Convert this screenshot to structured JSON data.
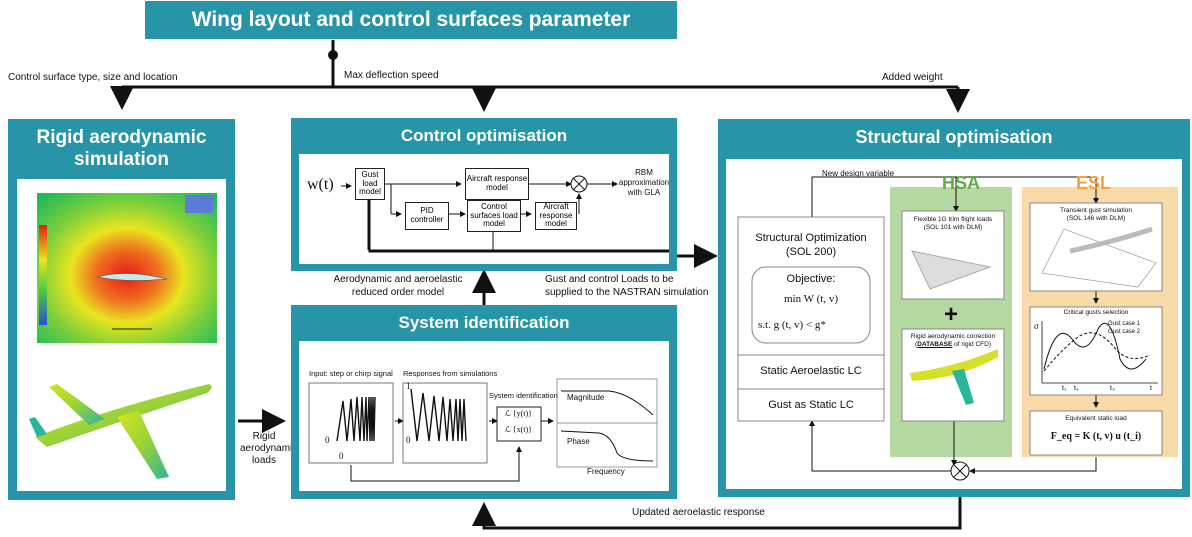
{
  "main_title": "Wing layout and control surfaces parameter",
  "top_labels": {
    "left": "Control surface type,  size and location",
    "middle": "Max deflection speed",
    "right": "Added weight"
  },
  "rigid": {
    "title_line1": "Rigid aerodynamic",
    "title_line2": "simulation",
    "loads_line1": "Rigid",
    "loads_line2": "aerodynamic",
    "loads_line3": "loads"
  },
  "control": {
    "title": "Control optimisation",
    "input": "w(t)",
    "gust_model": "Gust load model",
    "aircraft_model_1": "Aircraft response model",
    "pid": "PID controller",
    "cs_load": "Control surfaces load model",
    "aircraft_model_2": "Aircraft response model",
    "rbm": "RBM approximation with GLA"
  },
  "middle_labels": {
    "left_line1": "Aerodynamic and aeroelastic",
    "left_line2": "reduced order model",
    "right_line1": "Gust and control Loads to be",
    "right_line2": "supplied to the NASTRAN  simulation"
  },
  "sysid": {
    "title": "System identification",
    "input_label": "Input: step or chirp signal",
    "responses_label": "Responses from simulations",
    "sysid_label": "System identification",
    "ly": "ℒ {y(t)}",
    "lx": "ℒ {x(t)}",
    "magnitude": "Magnitude",
    "phase": "Phase",
    "frequency": "Frequency",
    "zero": "0",
    "one": "1"
  },
  "structural": {
    "title": "Structural optimisation",
    "new_design": "New design variable",
    "hsa": "HSA",
    "esl": "ESL",
    "sol200_line1": "Structural Optimization",
    "sol200_line2": "(SOL 200)",
    "objective": "Objective:",
    "min_expr": "min  W (t, v)",
    "st_expr": "s.t.   g (t, v) < g*",
    "static_aero": "Static Aeroelastic LC",
    "gust_static": "Gust as Static LC",
    "flex_line1": "Flexible 1G trim flight loads",
    "flex_line2": "(SOL 101 with DLM)",
    "plus": "+",
    "rigid_corr_line1": "Rigid aerodynamic correction",
    "rigid_corr_db": "DATABASE",
    "rigid_corr_line2": "of rigid CFD)",
    "transient_line1": "Transient gust simulation",
    "transient_line2": "(SOL 146 with DLM)",
    "critical": "Critical gusts selection",
    "gust_case1": "Gust case 1",
    "gust_case2": "Gust case 2",
    "sigma": "σ",
    "t1": "t₁",
    "t2": "t₂",
    "t3": "t₃",
    "t": "t",
    "equiv": "Equivalent static load",
    "feq": "F_eq = K (t, v) u (t_i)"
  },
  "bottom_label": "Updated aeroelastic response",
  "colors": {
    "teal": "#2795a7",
    "hsa_bg": "#b5d9a0",
    "esl_bg": "#f8d9a8",
    "esl_text": "#f0a440",
    "hsa_text": "#5fae3f"
  }
}
